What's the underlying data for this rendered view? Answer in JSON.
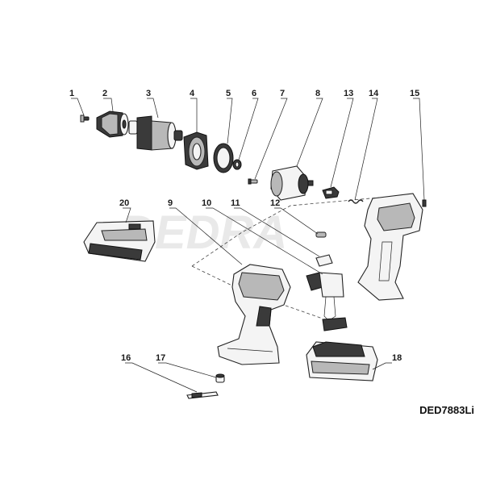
{
  "watermark": "DEDRA",
  "model_code": "DED7883Li",
  "callouts": {
    "p1": "1",
    "p2": "2",
    "p3": "3",
    "p4": "4",
    "p5": "5",
    "p6": "6",
    "p7": "7",
    "p8": "8",
    "p9": "9",
    "p10": "10",
    "p11": "11",
    "p12": "12",
    "p13": "13",
    "p14": "14",
    "p15": "15",
    "p16": "16",
    "p17": "17",
    "p18": "18",
    "p20": "20"
  }
}
